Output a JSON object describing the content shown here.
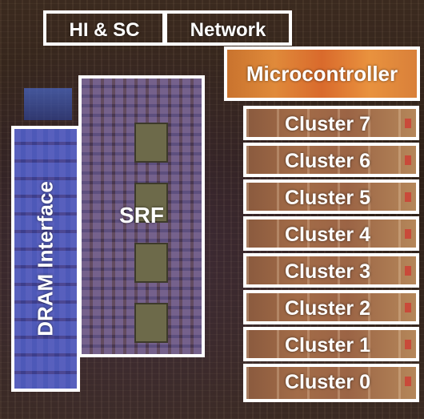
{
  "labels": {
    "hisc": "HI & SC",
    "network": "Network",
    "microcontroller": "Microcontroller",
    "srf": "SRF",
    "dram": "DRAM Interface"
  },
  "clusters": [
    "Cluster 7",
    "Cluster 6",
    "Cluster 5",
    "Cluster 4",
    "Cluster 3",
    "Cluster 2",
    "Cluster 1",
    "Cluster 0"
  ]
}
